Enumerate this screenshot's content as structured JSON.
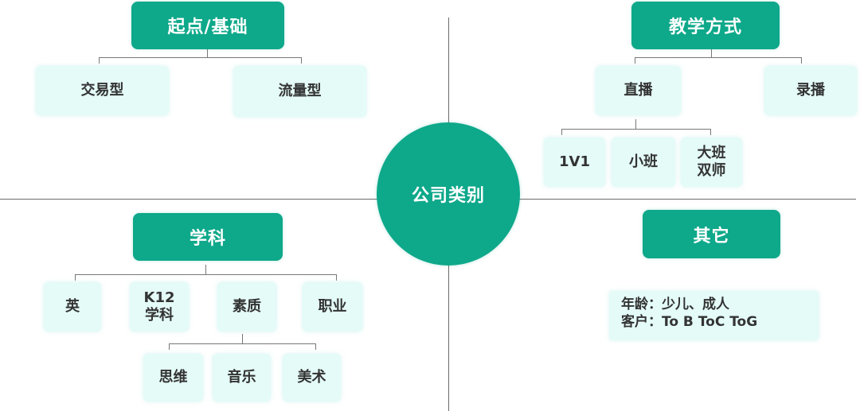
{
  "center": {
    "label": "公司类别"
  },
  "quadrants": {
    "top_left": {
      "title": "起点/基础",
      "children": [
        "交易型",
        "流量型"
      ]
    },
    "top_right": {
      "title": "教学方式",
      "children": [
        {
          "label": "直播",
          "children": [
            "1V1",
            "小班",
            [
              "大班",
              "双师"
            ]
          ]
        },
        {
          "label": "录播"
        }
      ]
    },
    "bottom_left": {
      "title": "学科",
      "children": [
        {
          "label": "英"
        },
        {
          "label": [
            "K12",
            "学科"
          ]
        },
        {
          "label": "素质",
          "children": [
            "思维",
            "音乐",
            "美术"
          ]
        },
        {
          "label": "职业"
        }
      ]
    },
    "bottom_right": {
      "title": "其它",
      "info": [
        "年龄：少儿、成人",
        "客户：To B ToC ToG"
      ]
    }
  },
  "colors": {
    "primary": "#0ea88a",
    "leaf_bg": "#e4fbf8",
    "text_dark": "#333333",
    "line": "#6b6b6b"
  }
}
